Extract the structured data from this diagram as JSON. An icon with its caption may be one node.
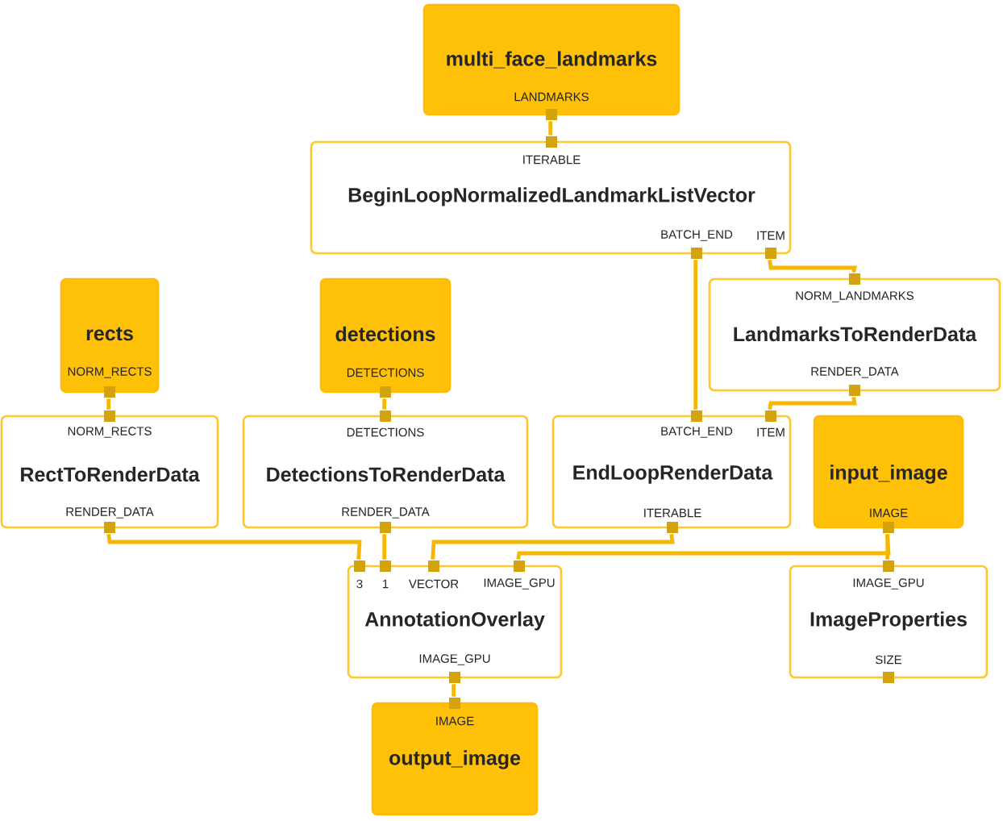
{
  "diagram": {
    "nodes": [
      {
        "text": [
          "multi_face_landmarks",
          "LANDMARKS"
        ]
      },
      {
        "text": [
          "ITERABLE",
          "BeginLoopNormalizedLandmarkListVector",
          "BATCH_END",
          "ITEM"
        ]
      },
      {
        "text": [
          "rects",
          "NORM_RECTS"
        ]
      },
      {
        "text": [
          "detections",
          "DETECTIONS"
        ]
      },
      {
        "text": [
          "NORM_LANDMARKS",
          "LandmarksToRenderData",
          "RENDER_DATA"
        ]
      },
      {
        "text": [
          "NORM_RECTS",
          "RectToRenderData",
          "RENDER_DATA"
        ]
      },
      {
        "text": [
          "DETECTIONS",
          "DetectionsToRenderData",
          "RENDER_DATA"
        ]
      },
      {
        "text": [
          "BATCH_END",
          "ITEM",
          "EndLoopRenderData",
          "ITERABLE"
        ]
      },
      {
        "text": [
          "input_image",
          "IMAGE"
        ]
      },
      {
        "text": [
          "3",
          "1",
          "VECTOR",
          "IMAGE_GPU",
          "AnnotationOverlay",
          "IMAGE_GPU"
        ]
      },
      {
        "text": [
          "IMAGE_GPU",
          "ImageProperties",
          "SIZE"
        ]
      },
      {
        "text": [
          "IMAGE",
          "output_image"
        ]
      }
    ],
    "edges": [
      {
        "from": 0,
        "to": 1,
        "arrow": "none"
      },
      {
        "from": 1,
        "to": 7,
        "arrow": "none"
      },
      {
        "from": 1,
        "to": 4,
        "arrow": "none"
      },
      {
        "from": 4,
        "to": 7,
        "arrow": "none"
      },
      {
        "from": 2,
        "to": 5,
        "arrow": "none"
      },
      {
        "from": 3,
        "to": 6,
        "arrow": "none"
      },
      {
        "from": 5,
        "to": 9,
        "arrow": "none"
      },
      {
        "from": 6,
        "to": 9,
        "arrow": "none"
      },
      {
        "from": 7,
        "to": 9,
        "arrow": "none"
      },
      {
        "from": 8,
        "to": 9,
        "arrow": "none"
      },
      {
        "from": 8,
        "to": 10,
        "arrow": "none"
      },
      {
        "from": 9,
        "to": 11,
        "arrow": "none"
      }
    ]
  }
}
